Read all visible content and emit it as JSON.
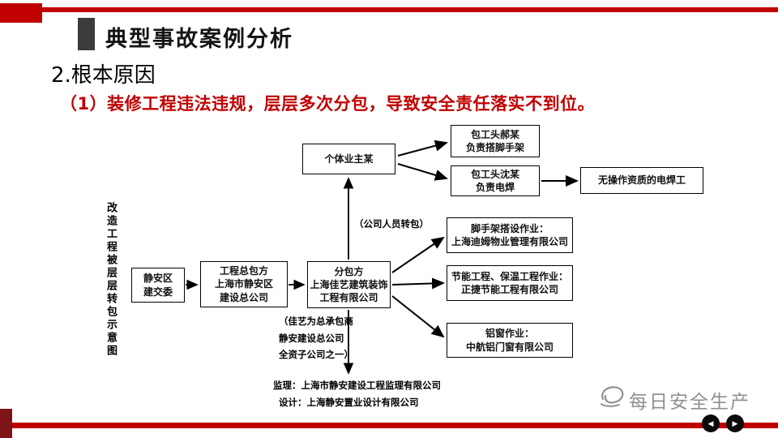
{
  "colors": {
    "accent_red": "#c00000",
    "dark_red": "#7e1416",
    "header_bar_gray": "#3b3b3b",
    "watermark_gray": "#909090"
  },
  "header": {
    "title": "典型事故案例分析"
  },
  "body": {
    "section_heading": "2.根本原因",
    "subheading": "（1）装修工程违法违规，层层多次分包，导致安全责任落实不到位。"
  },
  "diagram": {
    "side_label": "改造工程被层层转包示意图",
    "boxes": {
      "individual_owner": "个体业主某",
      "contractor_hao": "包工头郝某\n负责搭脚手架",
      "contractor_shen": "包工头沈某\n负责电焊",
      "unlicensed_welder": "无操作资质的电焊工",
      "jingan_committee": "静安区\n建交委",
      "general_contractor": "工程总包方\n上海市静安区\n建设总公司",
      "subcontractor": "分包方\n上海佳艺建筑装饰\n工程有限公司",
      "scaffold_company": "脚手架搭设作业：\n上海迪姆物业管理有限公司",
      "energy_company": "节能工程、保温工程作业：\n正捷节能工程有限公司",
      "window_company": "铝窗作业：\n中航铝门窗有限公司"
    },
    "notes": {
      "personnel_transfer": "（公司人员转包）",
      "subsidiary": "（佳艺为总承包商\n静安建设总公司\n全资子公司之一）",
      "supervision": "监理：上海市静安建设工程监理有限公司",
      "design": "设计：上海静安置业设计有限公司"
    }
  },
  "footer": {
    "watermark": "每日安全生产",
    "nav": {
      "back_glyph": "◀",
      "forward_glyph": "▶"
    }
  }
}
